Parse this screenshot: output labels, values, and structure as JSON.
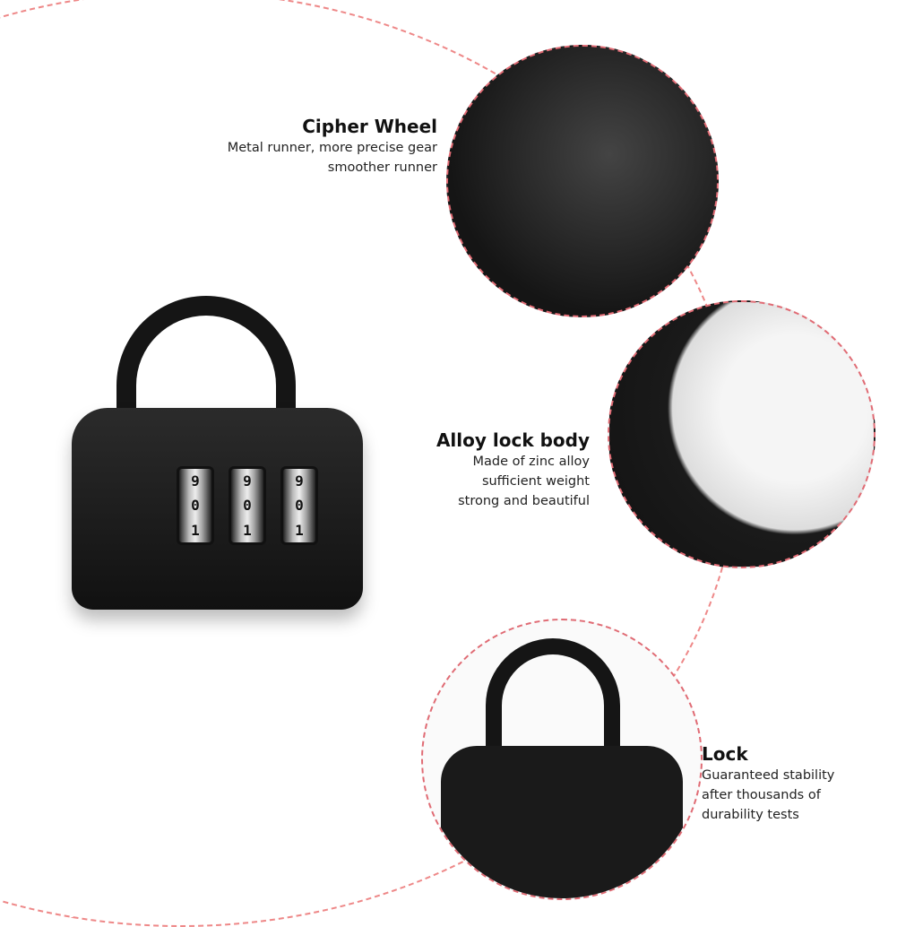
{
  "features": [
    {
      "title": "Cipher Wheel",
      "lines": [
        "Metal runner, more precise gear",
        "smoother runner"
      ]
    },
    {
      "title": "Alloy lock body",
      "lines": [
        "Made of zinc alloy",
        "sufficient weight",
        "strong and beautiful"
      ]
    },
    {
      "title": "Lock",
      "lines": [
        "Guaranteed stability",
        "after thousands of",
        "durability tests"
      ]
    }
  ],
  "dials": [
    {
      "digits": [
        "9",
        "0",
        "1"
      ]
    },
    {
      "digits": [
        "9",
        "0",
        "1"
      ]
    },
    {
      "digits": [
        "9",
        "0",
        "1"
      ]
    }
  ],
  "colors": {
    "accent_dash": "#e0707a",
    "lock_body": "#1a1a1a"
  }
}
